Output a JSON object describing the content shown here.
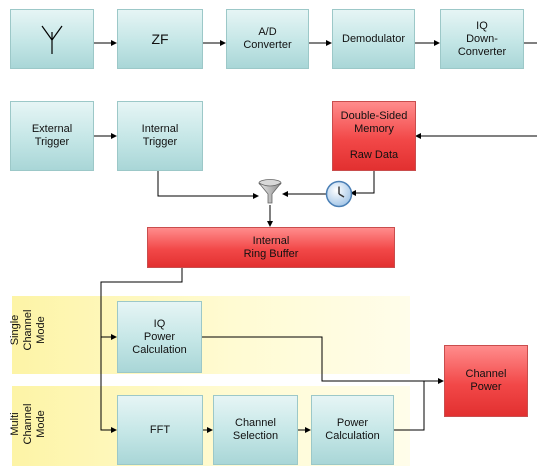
{
  "row1": {
    "antenna": "",
    "zf": "ZF",
    "ad": "A/D\nConverter",
    "demod": "Demodulator",
    "iq": "IQ\nDown-\nConverter"
  },
  "row2": {
    "ext_trigger": "External\nTrigger",
    "int_trigger": "Internal\nTrigger",
    "memory": "Double-Sided\nMemory\n\nRaw Data"
  },
  "ring_buffer": "Internal\nRing Buffer",
  "modes": {
    "single": "Single\nChannel Mode",
    "multi": "Multi\nChannel Mode"
  },
  "single": {
    "iq_power": "IQ\nPower\nCalculation"
  },
  "multi": {
    "fft": "FFT",
    "channel_selection": "Channel\nSelection",
    "power_calc": "Power\nCalculation"
  },
  "channel_power": "Channel\nPower",
  "colors": {
    "teal_box": "#c4e6e6",
    "red_box": "#f24848",
    "mode_band": "#fdf4a6",
    "connector": "#000000"
  },
  "icons": [
    "antenna-icon",
    "funnel-icon",
    "clock-icon"
  ]
}
